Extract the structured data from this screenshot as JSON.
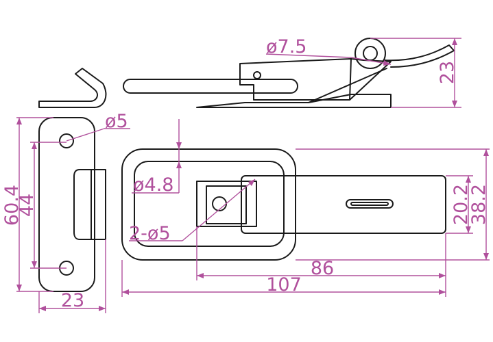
{
  "colors": {
    "outline": "#1a1a1a",
    "dimension": "#b0509c",
    "background": "#ffffff"
  },
  "dimensions": {
    "top_hole_dia": "ø7.5",
    "top_height": "23",
    "plate_hole_dia": "ø5",
    "plate_height_overall": "60.4",
    "plate_hole_spacing": "44",
    "plate_width": "23",
    "latch_hole_dia": "ø4.8",
    "latch_two_holes": "2-ø5",
    "latch_body_length": "86",
    "latch_overall_length": "107",
    "latch_arm_width": "20.2",
    "latch_overall_width": "38.2"
  }
}
